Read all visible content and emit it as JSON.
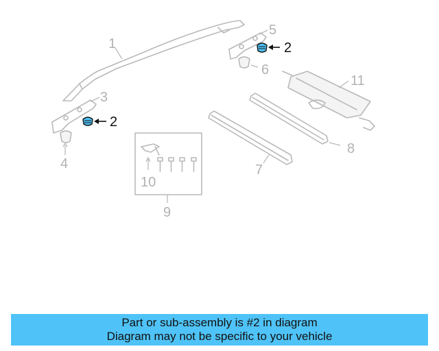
{
  "diagram": {
    "highlight_color": "#4fc3f7",
    "callouts": {
      "c1": "1",
      "c2a": "2",
      "c2b": "2",
      "c3": "3",
      "c4": "4",
      "c5": "5",
      "c6": "6",
      "c7": "7",
      "c8": "8",
      "c9": "9",
      "c10": "10",
      "c11": "11"
    }
  },
  "banner": {
    "line1": "Part or sub-assembly is #2 in diagram",
    "line2": "Diagram may not be specific to your vehicle",
    "background": "#4fc3f7"
  }
}
